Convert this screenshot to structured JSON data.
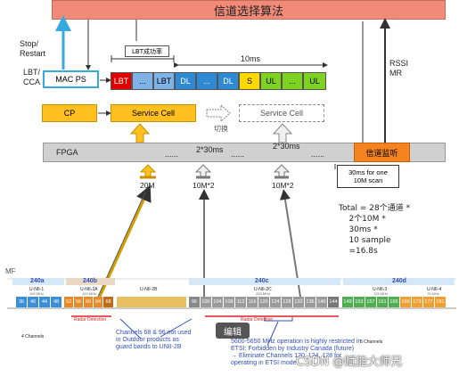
{
  "top_bar": {
    "label": "信道选择算法",
    "color": "#f28a78"
  },
  "left_labels": {
    "stop_restart": "Stop/\nRestart",
    "lbt_cca": "LBT/\nCCA"
  },
  "mac_ps": "MAC PS",
  "cp": "CP",
  "service_cell_active": "Service Cell",
  "service_cell_switch": "Service Cell",
  "switch_label": "切换",
  "lbt_success": "LBT成功率",
  "frame": {
    "period": "10ms",
    "cells": [
      "LBT",
      "...",
      "LBT",
      "DL",
      "...",
      "DL",
      "S",
      "UL",
      "...",
      "UL"
    ]
  },
  "rssi": "RSSI\nMR",
  "fpga": {
    "label": "FPGA",
    "monitor": "信道监听",
    "dots1": "......",
    "dots2": "......",
    "span1": "2*30ms",
    "span2": "2*30ms",
    "dots3": "......"
  },
  "scan_note": "30ms for one\n10M scan",
  "bandwidths": [
    "20M",
    "10M*2",
    "10M*2"
  ],
  "total_calc": "Total = 28个通道 *\n    2个10M *\n    30ms *\n    10 sample\n    =16.8s",
  "spectrum": {
    "mf": "MF",
    "bands": [
      {
        "name": "240a",
        "sub": "U-NII-1",
        "mhz": "100 MHz"
      },
      {
        "name": "240b",
        "sub": "U-NII-2A",
        "mhz": "100 MHz"
      },
      {
        "name": "240c",
        "sub": "U-NII-2C",
        "mhz": "255 MHz"
      },
      {
        "name": "240d",
        "sub": "U-NII-3",
        "mhz": "125 MHz"
      }
    ],
    "unii2b": "U-NII-2B",
    "unii4": "U-NII-4",
    "unii4_mhz": "75 MHz",
    "channels_a": [
      "36",
      "40",
      "44",
      "48"
    ],
    "channels_b": [
      "52",
      "56",
      "60",
      "64",
      "68"
    ],
    "channels_c": [
      "96",
      "100",
      "104",
      "108",
      "112",
      "116",
      "120",
      "124",
      "128",
      "132",
      "136",
      "140",
      "144"
    ],
    "channels_d": [
      "149",
      "153",
      "157",
      "161",
      "165",
      "169",
      "173",
      "177",
      "181"
    ],
    "radar1": "Radar Detection",
    "radar2": "Radar Detection",
    "left_count": "4 Channels",
    "right_count": "5 Channels",
    "note1": "Channels 68 & 96 not used\nin Outdoor products as\nguard bands to UNII-2B",
    "note2": "5600-5650 MHz operation is highly restricted in\nETSI; Forbidden by Industry Canada (future)\n→ Eliminate Channels 120, 124, 128 for\noperating in ETSI mode.",
    "edit_button": "编辑",
    "watermark": "CSDN @赋能大师兄"
  }
}
